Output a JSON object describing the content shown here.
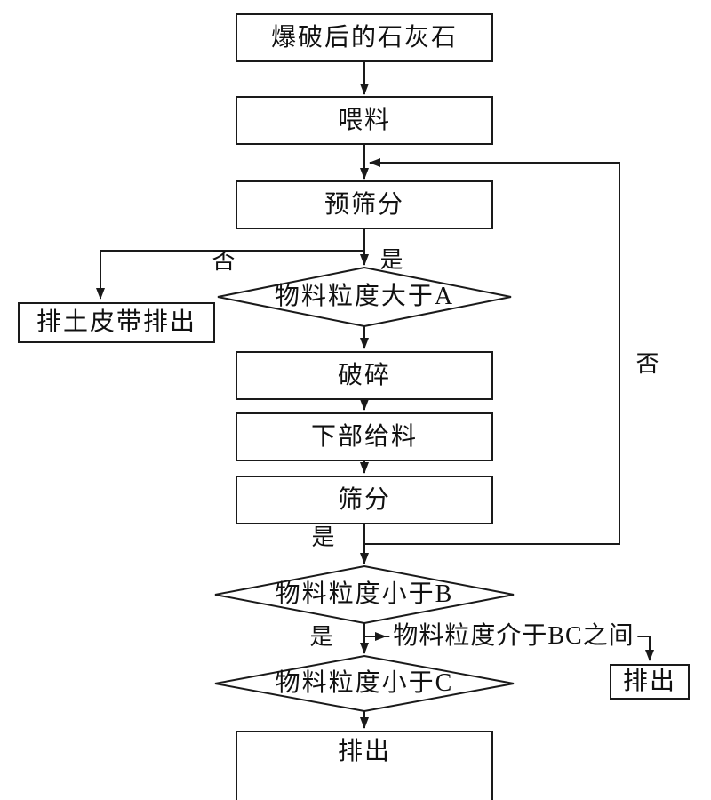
{
  "diagram": {
    "type": "flowchart",
    "language": "zh",
    "colors": {
      "line": "#1a1a1a",
      "text": "#111111",
      "background": "#ffffff"
    }
  },
  "nodes": {
    "blast": {
      "label": "爆破后的石灰石",
      "shape": "rect"
    },
    "feed": {
      "label": "喂料",
      "shape": "rect"
    },
    "prescreen": {
      "label": "预筛分",
      "shape": "rect"
    },
    "dump": {
      "label": "排土皮带排出",
      "shape": "rect"
    },
    "decision_a": {
      "label": "物料粒度大于A",
      "shape": "diamond"
    },
    "crush": {
      "label": "破碎",
      "shape": "rect"
    },
    "lower_feed": {
      "label": "下部给料",
      "shape": "rect"
    },
    "screen": {
      "label": "筛分",
      "shape": "rect"
    },
    "decision_b": {
      "label": "物料粒度小于B",
      "shape": "diamond"
    },
    "decision_c": {
      "label": "物料粒度小于C",
      "shape": "diamond"
    },
    "discharge_right": {
      "label": "排出",
      "shape": "rect"
    },
    "discharge_bottom": {
      "label": "排出",
      "shape": "rect"
    }
  },
  "edge_labels": {
    "prescreen_no": "否",
    "prescreen_yes": "是",
    "screen_return_no": "否",
    "screen_yes": "是",
    "b_yes": "是",
    "between_bc": "物料粒度介于BC之间"
  }
}
